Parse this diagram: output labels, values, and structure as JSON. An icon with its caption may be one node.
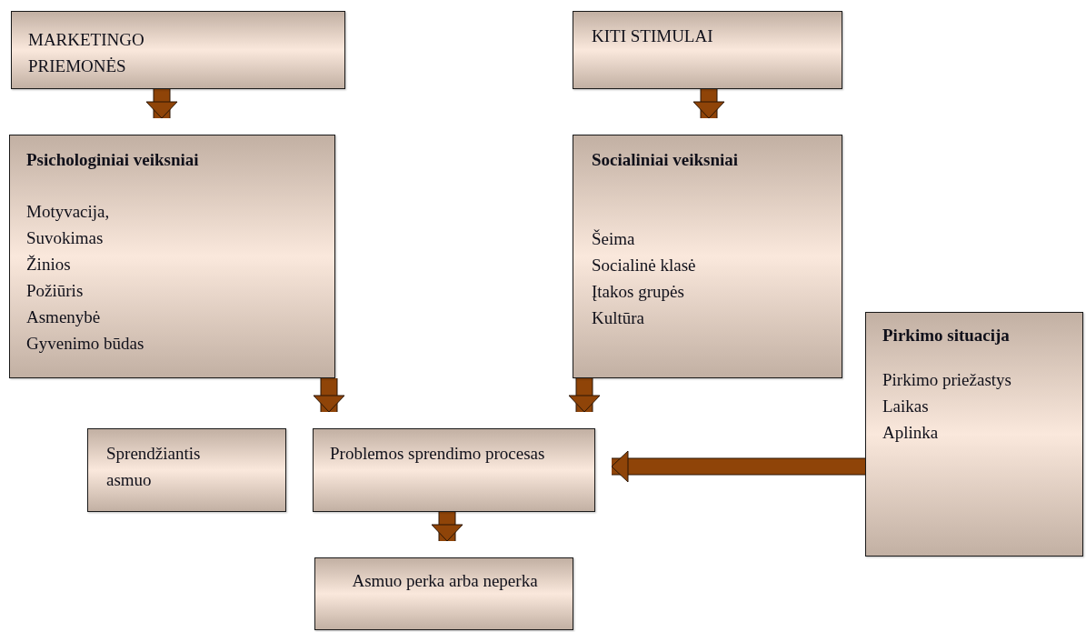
{
  "diagram": {
    "nodes": [
      {
        "text": [
          "MARKETINGO PRIEMONĖS"
        ]
      },
      {
        "text": [
          "KITI STIMULAI"
        ]
      },
      {
        "text": [
          "Psichologiniai veiksniai",
          "Motyvacija,",
          "Suvokimas",
          "Žinios",
          "Požiūris",
          "Asmenybė",
          "Gyvenimo būdas"
        ]
      },
      {
        "text": [
          "Socialiniai veiksniai",
          "Šeima",
          "Socialinė klasė",
          "Įtakos grupės",
          "Kultūra"
        ]
      },
      {
        "text": [
          "Pirkimo situacija",
          "Pirkimo priežastys",
          "Laikas",
          "Aplinka"
        ]
      },
      {
        "text": [
          "Sprendžiantis asmuo"
        ]
      },
      {
        "text": [
          "Problemos sprendimo procesas"
        ]
      },
      {
        "text": [
          "Asmuo perka arba neperka"
        ]
      }
    ],
    "edges": [
      {
        "from": 0,
        "to": 2,
        "arrow": "to"
      },
      {
        "from": 1,
        "to": 3,
        "arrow": "to"
      },
      {
        "from": 2,
        "to": 6,
        "arrow": "to"
      },
      {
        "from": 3,
        "to": 6,
        "arrow": "to"
      },
      {
        "from": 4,
        "to": 6,
        "arrow": "to"
      },
      {
        "from": 6,
        "to": 7,
        "arrow": "to"
      }
    ]
  }
}
